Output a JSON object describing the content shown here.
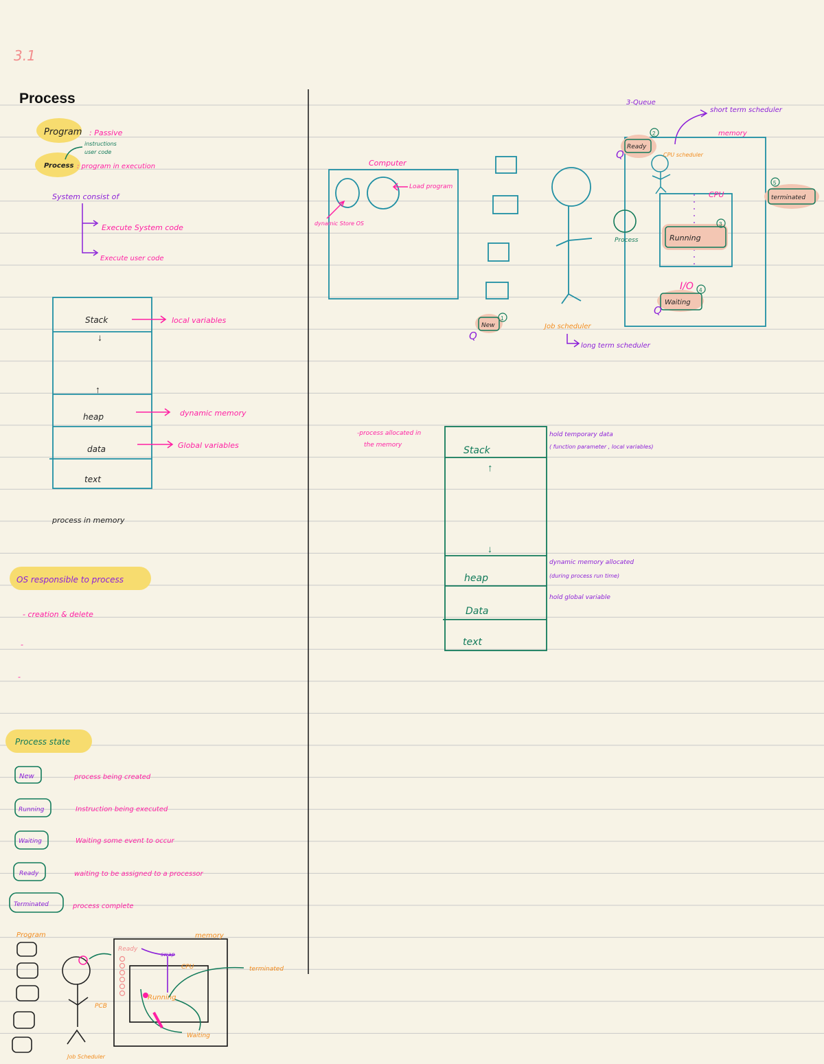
{
  "colors": {
    "paper": "#f7f3e6",
    "rule": "#c9c9c9",
    "pink": "#ff1fa3",
    "teal": "#1f8fa3",
    "green": "#117a5a",
    "purple": "#8b1fd8",
    "orange": "#f28c1f",
    "highlight_yellow": "#f7dc6f",
    "highlight_peach": "#f3c6b3",
    "ink": "#111111"
  },
  "page": {
    "number": "3.1",
    "title": "Process"
  },
  "left": {
    "program_label": "Program",
    "program_note": ": Passive",
    "process_label": "Process",
    "process_note": ": program in execution",
    "arrow_note_1": "instructions",
    "arrow_note_2": "user code",
    "system_consist": "System consist of",
    "branch_1": "Execute System code",
    "branch_2": "Execute user code",
    "memory_sections": [
      "Stack",
      "heap",
      "data",
      "text"
    ],
    "arrow_down": "↓",
    "arrow_up": "↑",
    "ann_stack": "local variables",
    "ann_heap": "dynamic memory",
    "ann_data": "Global variables",
    "memory_caption": "process in memory",
    "os_resp": "OS responsible to process",
    "os_items": [
      "- creation & delete",
      "-",
      "-"
    ],
    "states_title": "Process state",
    "states": [
      {
        "name": "New",
        "desc": "process being created"
      },
      {
        "name": "Running",
        "desc": "Instruction being executed"
      },
      {
        "name": "Waiting",
        "desc": "Waiting some event to occur"
      },
      {
        "name": "Ready",
        "desc": "waiting to be assigned to a processor"
      },
      {
        "name": "Terminated",
        "desc": "process complete"
      }
    ],
    "mini_diagram": {
      "program_label": "Program",
      "memory_label": "memory",
      "ready": "Ready",
      "cpu": "CPU",
      "running": "Running",
      "terminated": "terminated",
      "waiting": "Waiting",
      "pcb": "PCB",
      "swap": "swap",
      "job_scheduler": "Job Scheduler"
    }
  },
  "right": {
    "computer_label": "Computer",
    "load_program": "Load program",
    "dynamic_store": "dynamic Store OS",
    "new_label": "New",
    "job_scheduler": "Job scheduler",
    "long_term": "long term scheduler",
    "short_term_title": "3-Queue",
    "short_term": "short term scheduler",
    "memory": "memory",
    "ready": "Ready",
    "cpu_scheduler": "CPU scheduler",
    "process": "Process",
    "cpu": "CPU",
    "running": "Running",
    "io": "I/O",
    "waiting": "Waiting",
    "terminated": "terminated",
    "q": "Q",
    "num_1": "1",
    "num_2": "2",
    "num_3": "3",
    "num_4": "4",
    "num_5": "5",
    "process_memory_note_1": "-process allocated in",
    "process_memory_note_2": "the memory",
    "stack2": [
      "Stack",
      "heap",
      "Data",
      "text"
    ],
    "stack_note_1": "hold temporary data",
    "stack_note_2": "( function parameter , local variables)",
    "heap_note_1": "dynamic memory allocated",
    "heap_note_2": "(during process run time)",
    "data_note": "hold global variable"
  }
}
